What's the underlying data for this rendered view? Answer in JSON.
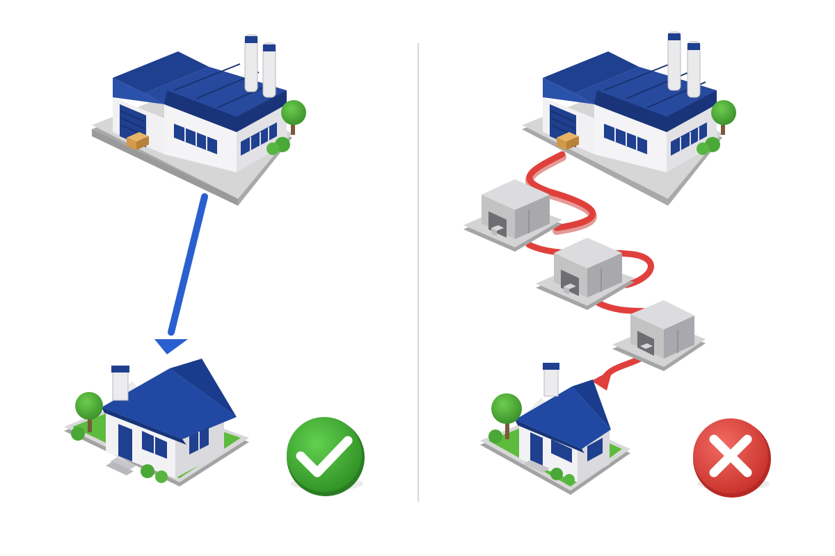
{
  "diagram": {
    "left_panel": {
      "origin": "factory",
      "destination": "house",
      "route": "direct",
      "intermediate_warehouses": 0,
      "verdict": "check",
      "verdict_icon": "check-icon"
    },
    "right_panel": {
      "origin": "factory",
      "destination": "house",
      "route": "via warehouses",
      "intermediate_warehouses": 3,
      "verdict": "cross",
      "verdict_icon": "cross-icon"
    }
  },
  "colors": {
    "background": "#ffffff",
    "brand_blue": "#1f3f8f",
    "direct_arrow": "#2a5fd0",
    "indirect_path": "#e0403c",
    "success_green": "#37a52e",
    "error_red": "#df3b36",
    "divider": "#c8c8c8",
    "grass": "#5dbb3e",
    "tree": "#3e9e2e",
    "warehouse_gray": "#c9c9c9"
  }
}
